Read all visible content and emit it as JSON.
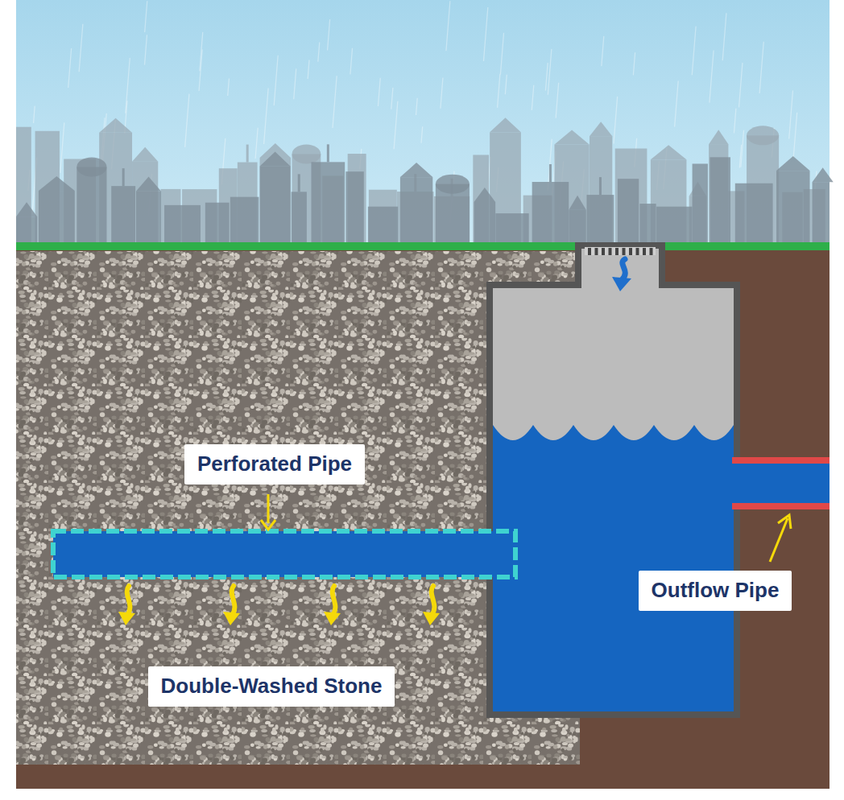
{
  "diagram": {
    "labels": [
      "Perforated Pipe",
      "Double-Washed Stone",
      "Outflow Pipe"
    ]
  }
}
